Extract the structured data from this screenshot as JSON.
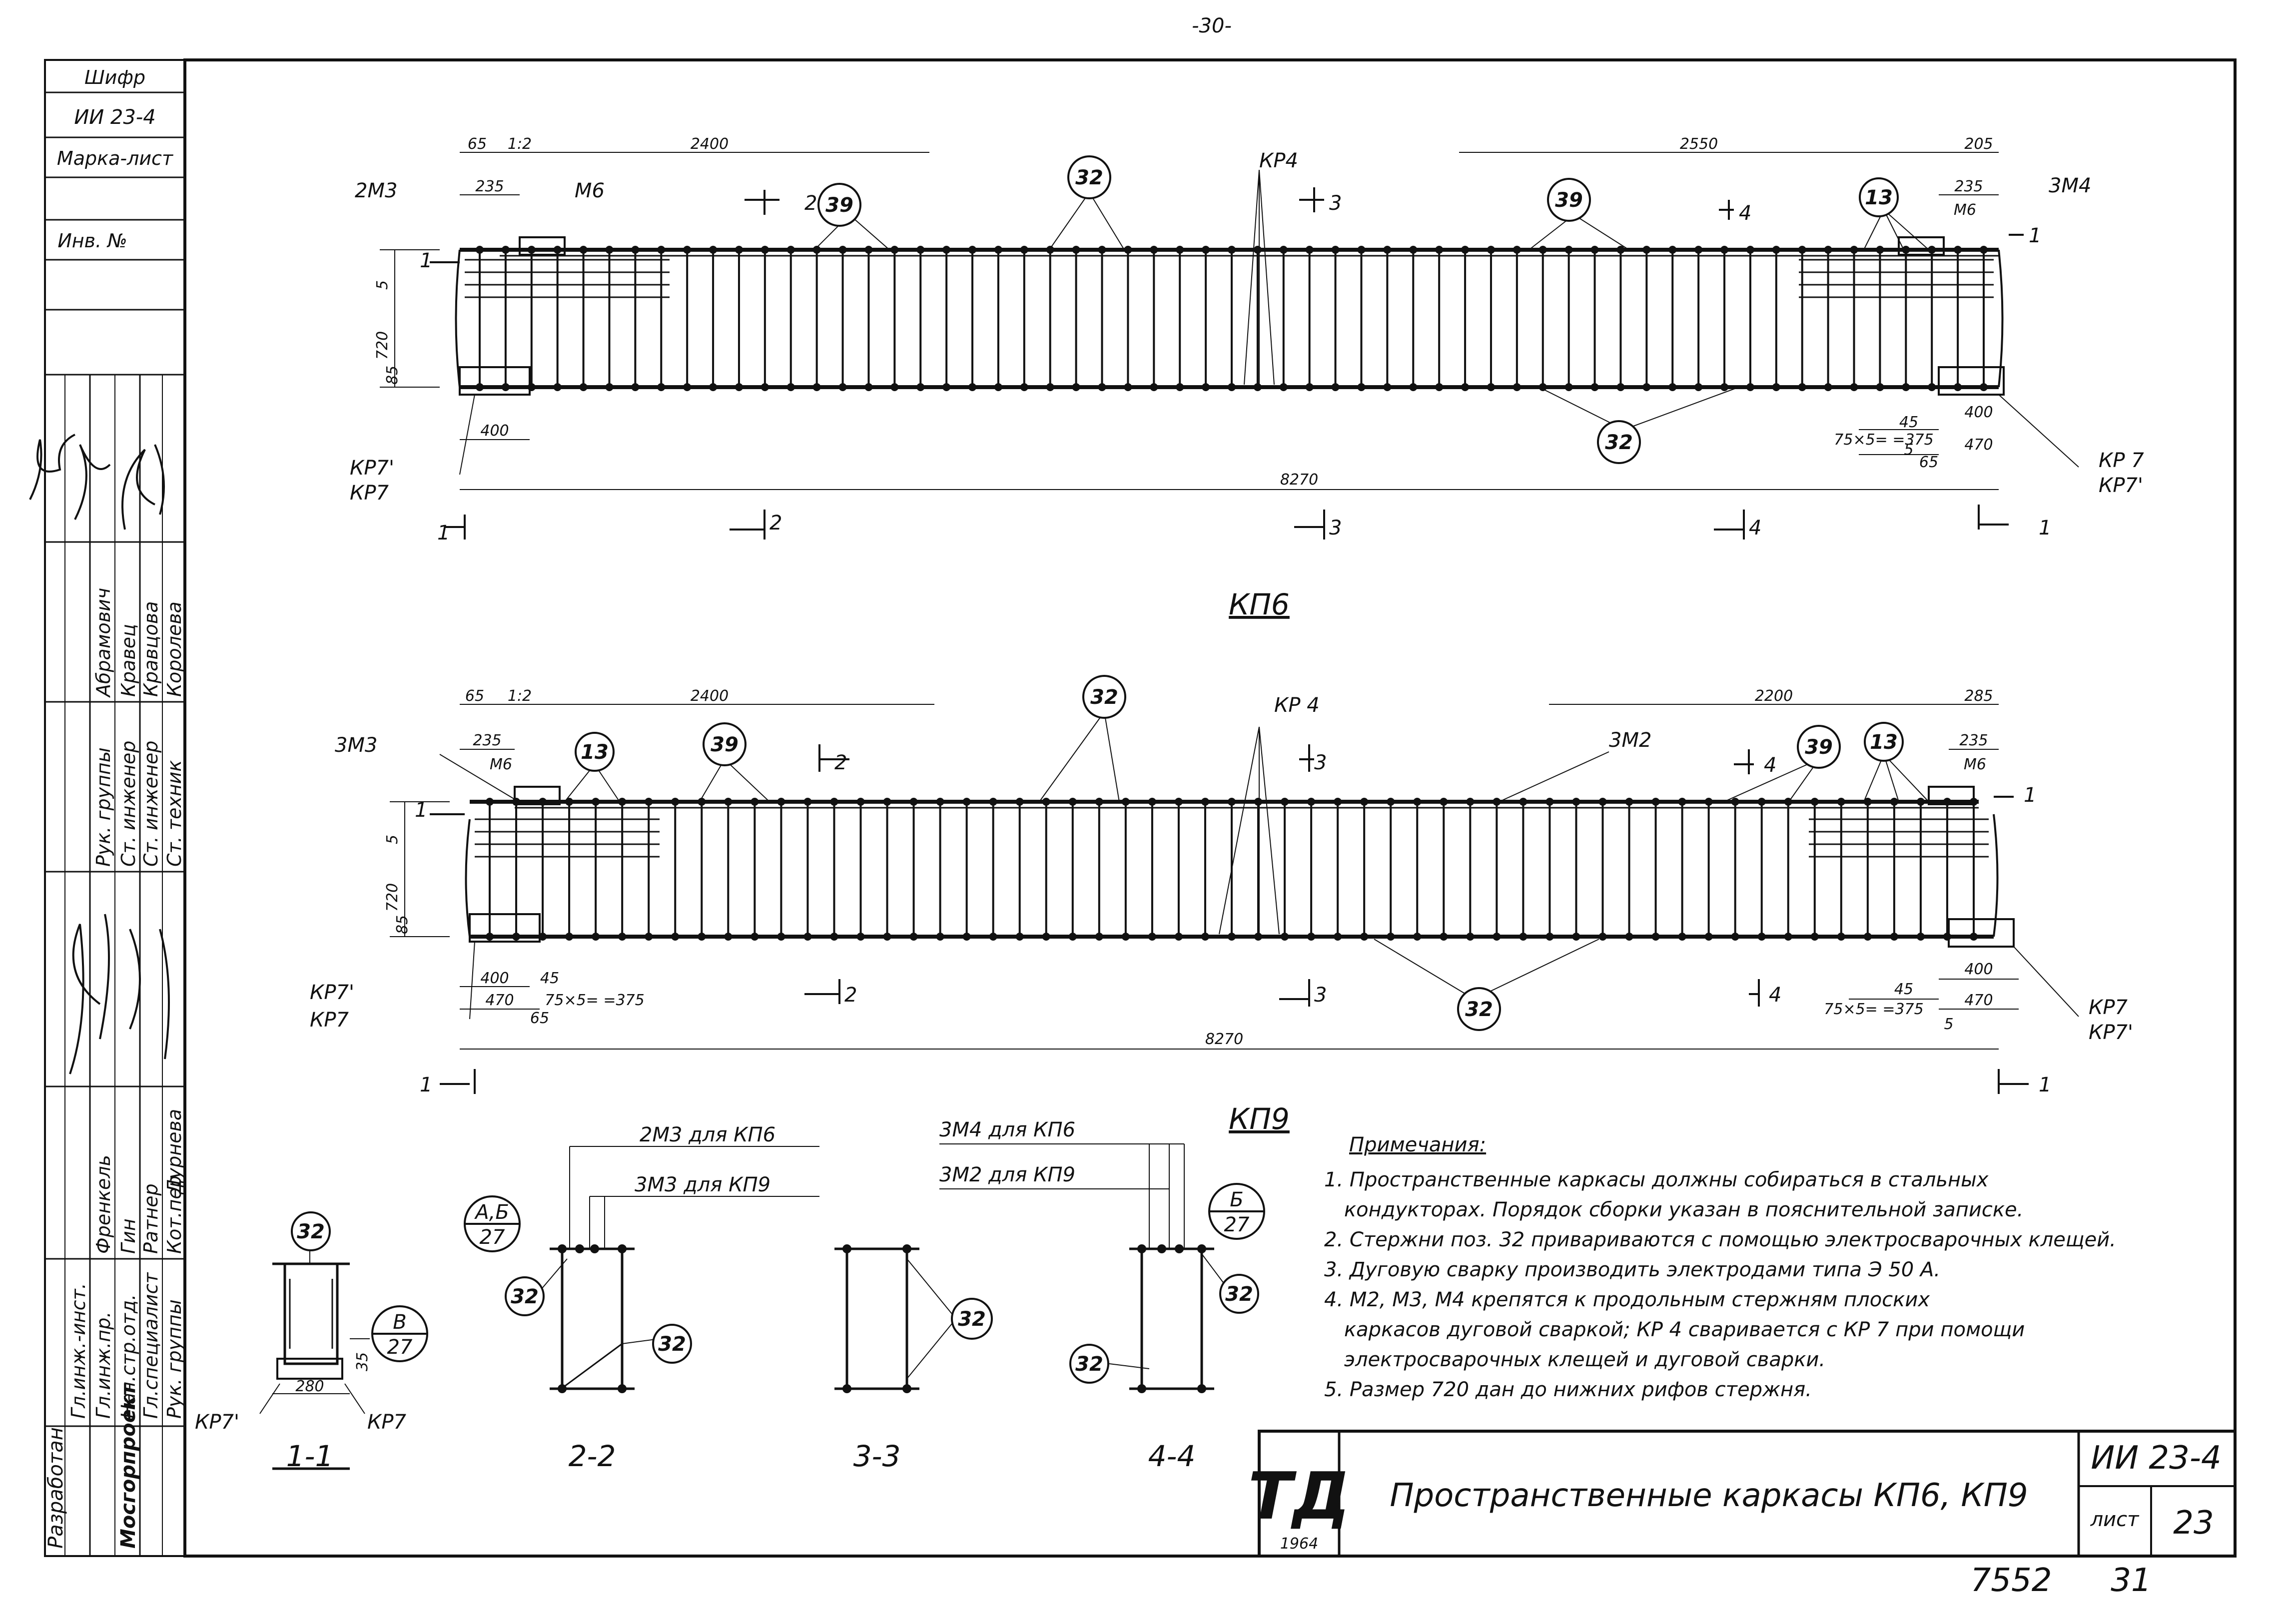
{
  "page_number": "-30-",
  "side_stamp": {
    "shifr_label": "Шифр",
    "shifr_value": "ИИ 23-4",
    "marka_list": "Марка-лист",
    "inv_no": "Инв. №"
  },
  "signatures": {
    "razrabotan": "Разработан",
    "org": "Мосгорпроект",
    "roles": [
      "Гл.инж.-инст.",
      "Гл.инж.пр.",
      "Нач.стр.отд.",
      "Гл.специалист",
      "Рук. группы",
      "Ст. инженер",
      "Ст. инженер",
      "Ст. техник"
    ],
    "names": [
      "Френкель",
      "Гин",
      "Ратнер",
      "Кот.пер",
      "Дурнева",
      "Абрамович",
      "Кравец",
      "Кравцова",
      "Королева"
    ]
  },
  "kp6": {
    "title": "КП6",
    "dims": {
      "total": "8270",
      "left_run": "2400",
      "right_run": "2550",
      "right_top": "205",
      "left_top": "65",
      "left_box": "1:2",
      "left_sub": "235",
      "right_sub": "235",
      "height": "720",
      "height_box": "5",
      "base": "85",
      "left_bottom": "400",
      "right_bottom_1": "400",
      "right_bottom_2": "470",
      "right_pitch": "75×5=\n=375",
      "small_1": "45",
      "small_2": "65",
      "small_3": "5"
    },
    "labels": {
      "m3": "2М3",
      "m6": "М6",
      "m4": "3М4",
      "m6r": "М6",
      "kr4": "КР4",
      "kr7_prime": "КР7'",
      "kr7": "КР7",
      "kr7_r": "КР 7",
      "kr7_prime_r": "КР7'"
    },
    "circles": [
      "39",
      "32",
      "39",
      "13",
      "32"
    ],
    "cuts": [
      "1",
      "2",
      "3",
      "4",
      "1",
      "2",
      "3",
      "4",
      "1",
      "1"
    ]
  },
  "kp9": {
    "title": "КП9",
    "dims": {
      "total": "8270",
      "left_run": "2400",
      "right_run": "2200",
      "right_top": "285",
      "left_top": "65",
      "left_box": "1:2",
      "left_sub": "235",
      "right_sub": "235",
      "height": "720",
      "height_box": "5",
      "base": "85",
      "left_bottom": "400",
      "left_bottom_2": "470",
      "left_pitch": "75×5=\n=375",
      "small_1": "45",
      "small_2": "65",
      "right_bottom_1": "400",
      "right_bottom_2": "470",
      "right_pitch": "75×5=\n=375",
      "small_3": "45",
      "small_4": "5"
    },
    "labels": {
      "m3": "3М3",
      "m6": "М6",
      "m2": "3М2",
      "m6r": "М6",
      "kr4": "КР 4",
      "kr7_prime": "КР7'",
      "kr7": "КР7",
      "kr7_r": "КР7",
      "kr7_prime_r": "КР7'"
    },
    "circles": [
      "13",
      "39",
      "32",
      "39",
      "13",
      "32"
    ],
    "cuts": [
      "1",
      "2",
      "3",
      "4",
      "1",
      "2",
      "3",
      "4",
      "1",
      "1"
    ]
  },
  "sections": {
    "s11": {
      "title": "1-1",
      "dim": "280",
      "kr7_prime": "КР7'",
      "kr7": "КР7",
      "circle": "32",
      "ref_top": "В",
      "ref_bot": "27",
      "small": "35"
    },
    "s22": {
      "title": "2-2",
      "note1": "2М3 для КП6",
      "note2": "3М3 для КП9",
      "ref_top": "А,Б",
      "ref_bot": "27",
      "circle1": "32",
      "circle2": "32"
    },
    "s33": {
      "title": "3-3",
      "circle": "32"
    },
    "s44": {
      "title": "4-4",
      "note1": "3М4 для КП6",
      "note2": "3М2 для КП9",
      "ref_top": "Б",
      "ref_bot": "27",
      "circle1": "32",
      "circle2": "32"
    }
  },
  "notes": {
    "heading": "Примечания:",
    "lines": [
      "1. Пространственные каркасы должны собираться в стальных",
      "кондукторах. Порядок сборки указан в пояснительной записке.",
      "2. Стержни поз. 32 привариваются с помощью электросварочных клещей.",
      "3. Дуговую сварку производить электродами типа Э 50 А.",
      "4. М2, М3, М4 крепятся к продольным стержням плоских",
      "каркасов дуговой сваркой; КР 4 сваривается с КР 7 при помощи",
      "электросварочных клещей и дуговой сварки.",
      "5. Размер 720 дан до нижних рифов стержня."
    ]
  },
  "title_block": {
    "logo": "ТД",
    "year": "1964",
    "title": "Пространственные каркасы КП6, КП9",
    "code": "ИИ 23-4",
    "sheet_label": "лист",
    "sheet_no": "23"
  },
  "footer": {
    "left": "7552",
    "right": "31"
  }
}
